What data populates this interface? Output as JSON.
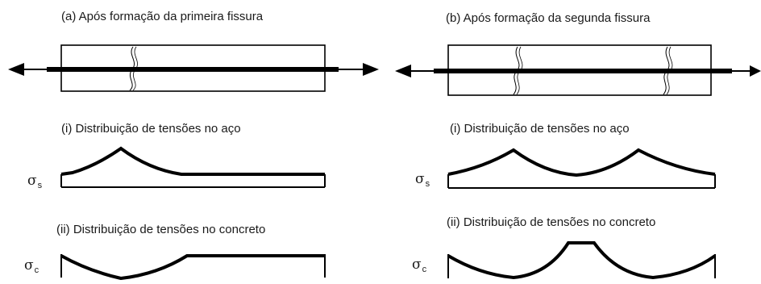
{
  "panel_a": {
    "title": "(a) Após formação da primeira fissura",
    "steel_title": "(i) Distribuição de tensões no aço",
    "concrete_title": "(ii) Distribuição de tensões no concreto",
    "steel_symbol": "σ",
    "steel_subscript": "s",
    "concrete_symbol": "σ",
    "concrete_subscript": "c"
  },
  "panel_b": {
    "title": "(b) Após formação da segunda fissura",
    "steel_title": "(i) Distribuição de tensões no aço",
    "concrete_title": "(ii) Distribuição de tensões no concreto",
    "steel_symbol": "σ",
    "steel_subscript": "s",
    "concrete_symbol": "σ",
    "concrete_subscript": "c"
  },
  "colors": {
    "stroke": "#000000",
    "background": "#ffffff"
  }
}
